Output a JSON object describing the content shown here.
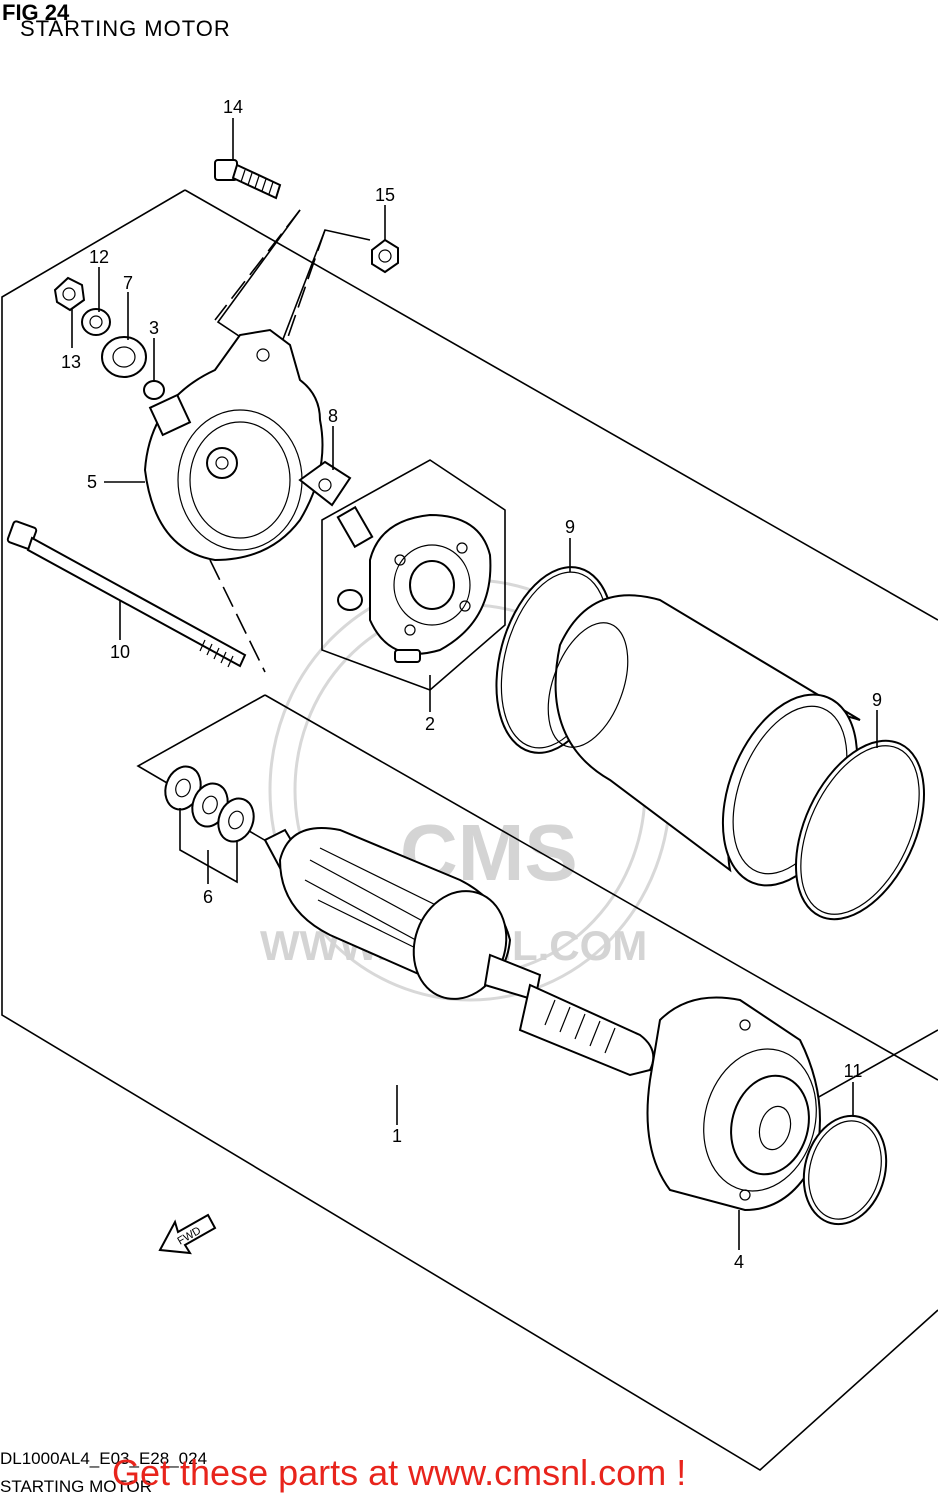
{
  "header": {
    "fig_number": "FIG 24",
    "title": "STARTING MOTOR"
  },
  "footer": {
    "model_code": "DL1000AL4_E03_E28_024",
    "title": "STARTING MOTOR",
    "promo": "Get these parts at www.cmsnl.com !"
  },
  "callouts": [
    "1",
    "2",
    "3",
    "4",
    "5",
    "6",
    "7",
    "8",
    "9",
    "9",
    "10",
    "11",
    "12",
    "13",
    "14",
    "15"
  ],
  "fwd_label": "FWD",
  "watermark": {
    "brand": "CMS",
    "site": "WWW.CMSNL.COM"
  },
  "colors": {
    "promo": "#e8241c",
    "ink": "#000000",
    "watermark": "#d8d8d8"
  }
}
